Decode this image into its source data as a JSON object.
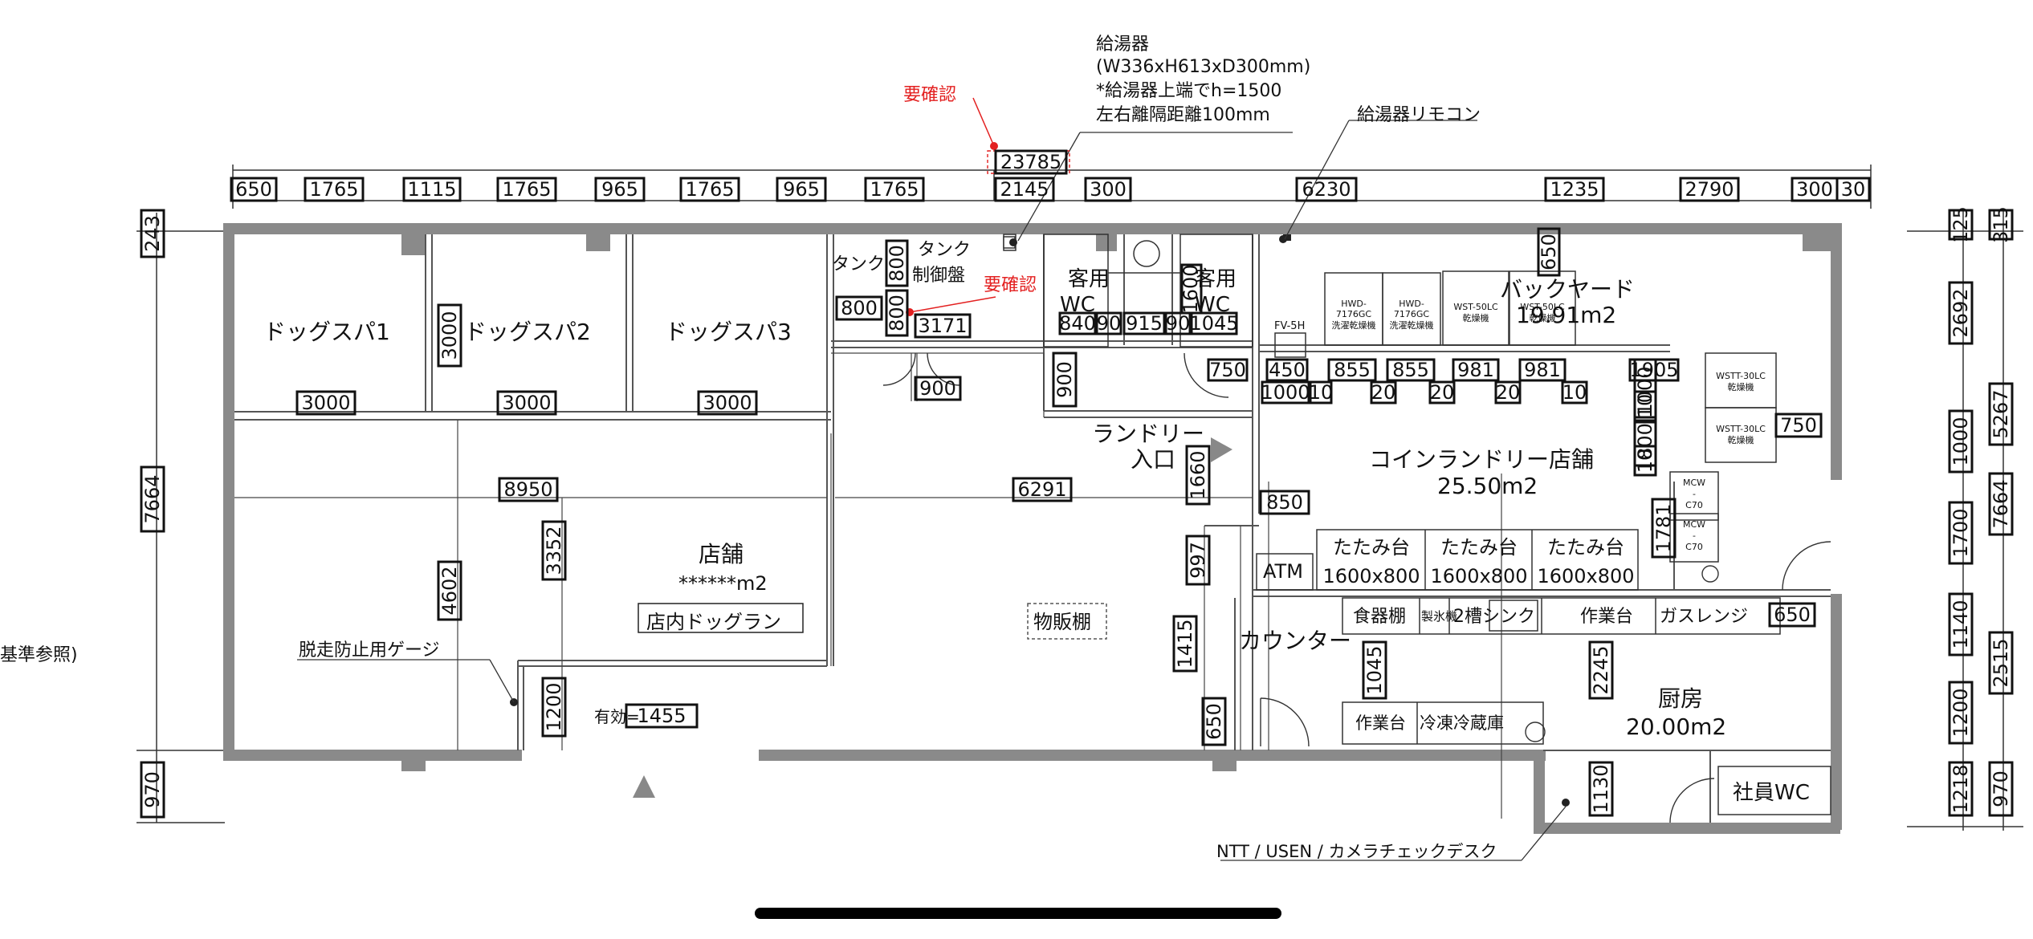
{
  "notes": {
    "heater_title": "給湯器",
    "heater_size": "(W336xH613xD300mm)",
    "heater_top": "*給湯器上端でh=1500",
    "heater_clear": "左右離隔距離100mm",
    "heater_remote": "給湯器リモコン",
    "confirm_1": "要確認",
    "confirm_2": "要確認",
    "cage_note": "脱走防止用ゲージ",
    "ntt_note": "NTT / USEN / カメラチェックデスク",
    "left_cut": "基準参照)"
  },
  "rooms": {
    "spa1": "ドッグスパ1",
    "spa2": "ドッグスパ2",
    "spa3": "ドッグスパ3",
    "tank": "タンク",
    "tank_panel_1": "タンク",
    "tank_panel_2": "制御盤",
    "guest_wc1_a": "客用",
    "guest_wc1_b": "WC",
    "guest_wc2_a": "客用",
    "guest_wc2_b": "WC",
    "backyard": "バックヤード",
    "backyard_area": "19.91m2",
    "laundry_entry_1": "ランドリー",
    "laundry_entry_2": "入口",
    "laundry_shop": "コインランドリー店舗",
    "laundry_area": "25.50m2",
    "shop": "店舗",
    "shop_area": "******m2",
    "dog_run": "店内ドッグラン",
    "goods_shelf": "物販棚",
    "counter": "カウンター",
    "atm": "ATM",
    "kitchen": "厨房",
    "kitchen_area": "20.00m2",
    "staff_wc": "社員WC",
    "effective": "有効="
  },
  "equipment": {
    "fv": "FV-5H",
    "hwd1": [
      "HWD-",
      "7176GC",
      "洗濯乾燥機"
    ],
    "hwd2": [
      "HWD-",
      "7176GC",
      "洗濯乾燥機"
    ],
    "wst1": [
      "WST-50LC",
      "乾燥機"
    ],
    "wst2": [
      "WST-50LC",
      "乾燥機"
    ],
    "wstt1": [
      "WSTT-30LC",
      "乾燥機"
    ],
    "wstt2": [
      "WSTT-30LC",
      "乾燥機"
    ],
    "mcw1": [
      "MCW",
      "-",
      "C70"
    ],
    "mcw2": [
      "MCW",
      "-",
      "C70"
    ],
    "fold1": [
      "たたみ台",
      "1600x800"
    ],
    "fold2": [
      "たたみ台",
      "1600x800"
    ],
    "fold3": [
      "たたみ台",
      "1600x800"
    ],
    "dish_shelf": "食器棚",
    "ice": "製氷機",
    "sink": "2槽シンク",
    "worktable1": "作業台",
    "gas_range": "ガスレンジ",
    "worktable2": "作業台",
    "freezer": "冷凍冷蔵庫"
  },
  "dims_top": [
    "650",
    "1765",
    "1115",
    "1765",
    "965",
    "1765",
    "965",
    "1765",
    "2145",
    "300",
    "6230",
    "1235",
    "2790",
    "300",
    "30"
  ],
  "dim_total_top": "23785",
  "dims_left": [
    "243",
    "7664",
    "970"
  ],
  "dims_right_inner": [
    "125",
    "2692",
    "1000",
    "1700",
    "1140",
    "1200",
    "1218"
  ],
  "dims_right_outer": [
    "315",
    "5267",
    "7664",
    "2515",
    "970"
  ],
  "dims_interior": {
    "spa_w1": "3000",
    "spa_w2": "3000",
    "spa_w3": "3000",
    "spa_h": "3000",
    "d8950": "8950",
    "d6291": "6291",
    "d3352": "3352",
    "d4602": "4602",
    "d1200": "1200",
    "d1455": "1455",
    "d800a": "800",
    "d800b": "800",
    "d800c": "800",
    "d3171": "3171",
    "d900a": "900",
    "d840": "840",
    "d90a": "90",
    "d915": "915",
    "d90b": "90",
    "d1045a": "1045",
    "d1600": "1600",
    "d900b": "900",
    "d750a": "750",
    "d650a": "650",
    "d450": "450",
    "d1000": "1000",
    "d10a": "10",
    "d855a": "855",
    "d20a": "20",
    "d855b": "855",
    "d20b": "20",
    "d981a": "981",
    "d20c": "20",
    "d981b": "981",
    "d10b": "10",
    "d1905": "1905",
    "d1000r": "1000",
    "d10c": "10",
    "d800r": "800",
    "d10d": "10",
    "d750r": "750",
    "d1660": "1660",
    "d850": "850",
    "d997": "997",
    "d1415": "1415",
    "d650b": "650",
    "d1781": "1781",
    "d650r": "650",
    "d1045b": "1045",
    "d2245": "2245",
    "d1130": "1130"
  },
  "colors": {
    "red": "#e32020",
    "wall": "#8a8a8a",
    "line": "#111111"
  }
}
